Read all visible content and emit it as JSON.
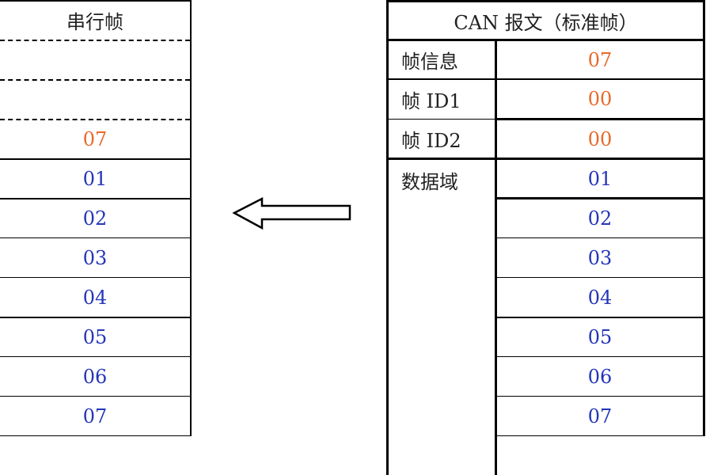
{
  "serial_frame": {
    "title": "串行帧",
    "rows": [
      {
        "value": "07",
        "color": "#e8692a"
      },
      {
        "value": "01",
        "color": "#2436b8"
      },
      {
        "value": "02",
        "color": "#2436b8"
      },
      {
        "value": "03",
        "color": "#2436b8"
      },
      {
        "value": "04",
        "color": "#2436b8"
      },
      {
        "value": "05",
        "color": "#2436b8"
      },
      {
        "value": "06",
        "color": "#2436b8"
      },
      {
        "value": "07",
        "color": "#2436b8"
      }
    ]
  },
  "arrow": {
    "direction": "left",
    "icon": "arrow-left-icon"
  },
  "can_message": {
    "title": "CAN 报文（标准帧）",
    "fields": [
      {
        "label": "帧信息",
        "value": "07"
      },
      {
        "label": "帧 ID1",
        "value": "00"
      },
      {
        "label": "帧 ID2",
        "value": "00"
      }
    ],
    "data_label": "数据域",
    "data_values": [
      "01",
      "02",
      "03",
      "04",
      "05",
      "06",
      "07"
    ]
  }
}
